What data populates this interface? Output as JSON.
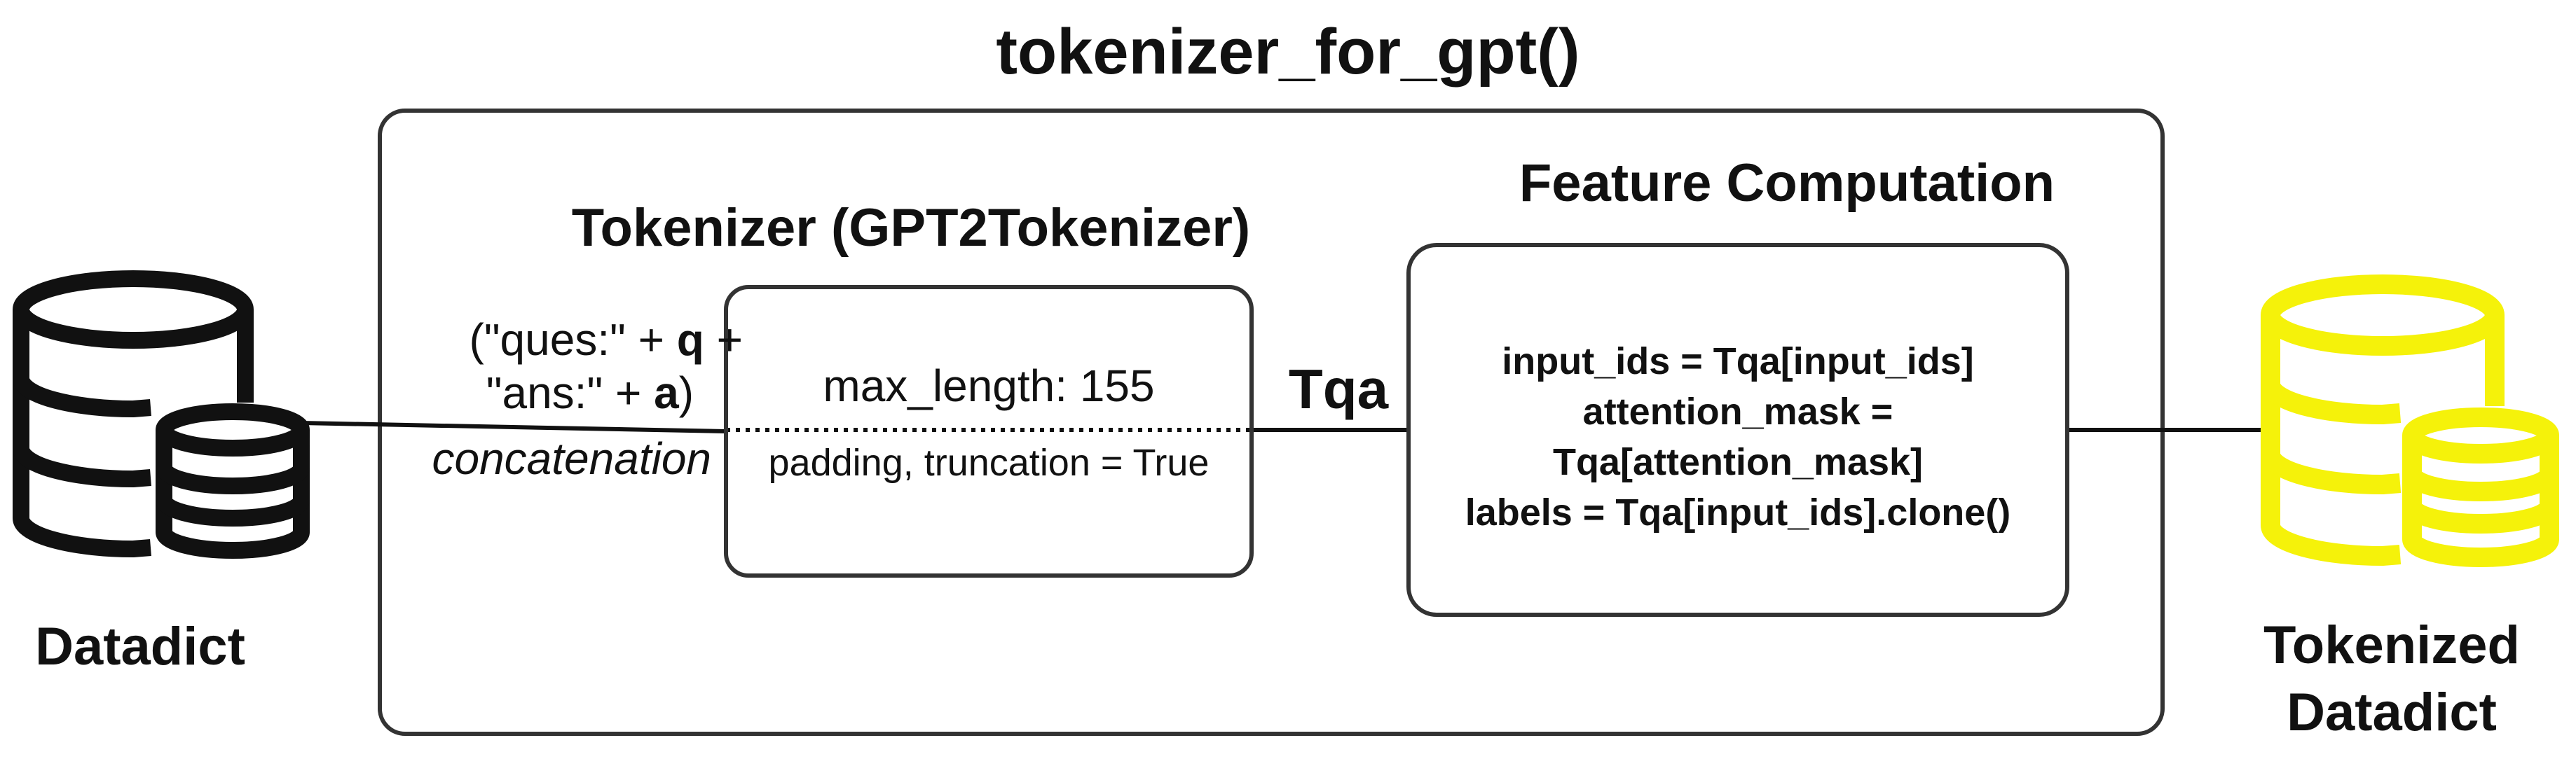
{
  "title": "tokenizer_for_gpt()",
  "tokenizer": {
    "title": "Tokenizer (GPT2Tokenizer)",
    "max_length": "max_length: 155",
    "options": "padding, truncation = True"
  },
  "input_prompt": {
    "line1_prefix": "(\"ques:\" + ",
    "line1_var": "q",
    "line1_suffix": " +",
    "line2_prefix": "\"ans:\" + ",
    "line2_var": "a",
    "line2_suffix": ")",
    "concat_label": "concatenation"
  },
  "tqa_label": "Tqa",
  "feature_computation": {
    "title": "Feature Computation",
    "lines": [
      "input_ids = Tqa[input_ids]",
      "attention_mask =",
      "Tqa[attention_mask]",
      "labels = Tqa[input_ids].clone()"
    ]
  },
  "source": {
    "label": "Datadict",
    "icon": "database-icon",
    "color": "#111111"
  },
  "target": {
    "label_line1": "Tokenized",
    "label_line2": "Datadict",
    "icon": "database-icon",
    "color": "#f5f20a"
  }
}
